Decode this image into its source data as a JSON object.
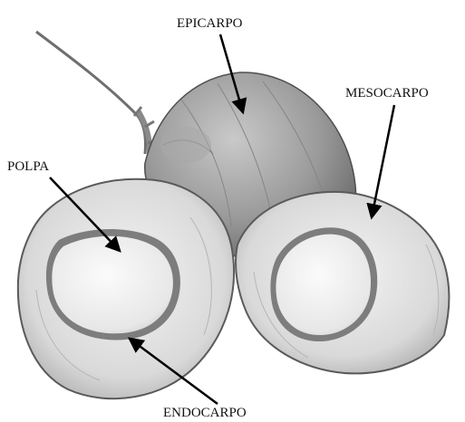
{
  "figure": {
    "labels": {
      "epicarp": "EPICARPO",
      "mesocarp": "MESOCARPO",
      "pulp": "POLPA",
      "endocarp": "ENDOCARPO"
    }
  }
}
